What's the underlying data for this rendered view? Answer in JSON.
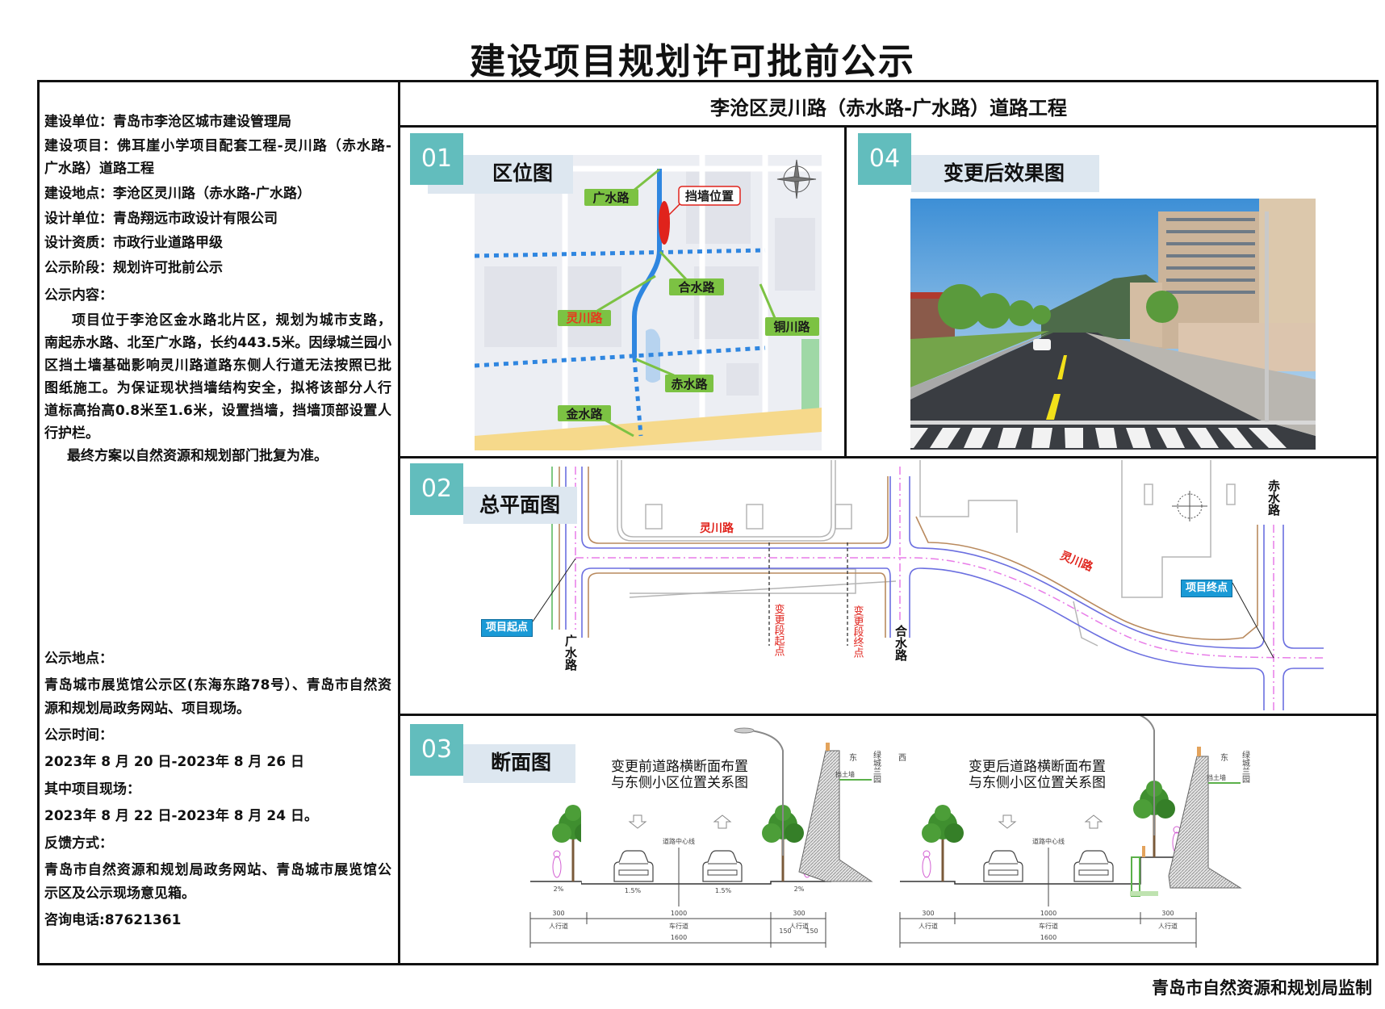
{
  "title": "建设项目规划许可批前公示",
  "header": "李沧区灵川路（赤水路-广水路）道路工程",
  "footer": "青岛市自然资源和规划局监制",
  "info": {
    "lines": [
      "建设单位：青岛市李沧区城市建设管理局",
      "建设项目：佛耳崖小学项目配套工程-灵川路（赤水路-",
      "广水路）道路工程",
      "建设地点：李沧区灵川路（赤水路-广水路）",
      "设计单位：青岛翔远市政设计有限公司",
      "设计资质：市政行业道路甲级",
      "公示阶段：规划许可批前公示",
      "公示内容：",
      "项目位于李沧区金水路北片区，规划为城市支路，",
      "南起赤水路、北至广水路，长约443.5米。因绿城兰园小",
      "区挡土墙基础影响灵川路道路东侧人行道无法按照已批",
      "图纸施工。为保证现状挡墙结构安全，拟将该部分人行",
      "道标高抬高0.8米至1.6米，设置挡墙，挡墙顶部设置人",
      "行护栏。",
      "最终方案以自然资源和规划部门批复为准。",
      "公示地点：",
      "青岛城市展览馆公示区(东海东路78号）、青岛市自然资",
      "源和规划局政务网站、项目现场。",
      "公示时间：",
      "2023年 8 月 20 日-2023年 8 月 26 日",
      "其中项目现场：",
      "2023年 8 月 22 日-2023年 8 月 24 日。",
      "反馈方式：",
      "青岛市自然资源和规划局政务网站、青岛城市展览馆公",
      "示区及公示现场意见箱。",
      "咨询电话:87621361"
    ]
  },
  "panels": {
    "p01": {
      "num": "01",
      "label": "区位图",
      "map": {
        "guangshui": "广水路",
        "dangqiang": "挡墙位置",
        "heshui": "合水路",
        "lingchuan": "灵川路",
        "tongchuan": "铜川路",
        "chishui": "赤水路",
        "jinshui": "金水路"
      }
    },
    "p02": {
      "num": "02",
      "label": "总平面图",
      "plan": {
        "lingchuan": "灵川路",
        "start": "项目起点",
        "end": "项目终点",
        "guangshui": "广水路",
        "heshui": "合水路",
        "chishui": "赤水路",
        "change_start": "变更段起点",
        "change_end": "变更段终点"
      }
    },
    "p03": {
      "num": "03",
      "label": "断面图",
      "before": {
        "title1": "变更前道路横断面布置",
        "title2": "与东侧小区位置关系图",
        "center": "道路中心线",
        "dims": [
          "300",
          "1000",
          "300",
          "1600"
        ],
        "lanes": [
          "人行道",
          "车行道",
          "人行道"
        ],
        "sub": [
          "150",
          "150"
        ],
        "slope": [
          "2%",
          "1.5%",
          "1.5%",
          "2%"
        ],
        "east": "东",
        "wall": "挡土墙",
        "community": "绿城兰园"
      },
      "after": {
        "title1": "变更后道路横断面布置",
        "title2": "与东侧小区位置关系图",
        "center": "道路中心线",
        "dims": [
          "300",
          "1000",
          "300",
          "1600"
        ],
        "lanes": [
          "人行道",
          "车行道",
          "人行道"
        ],
        "west": "西",
        "east": "东",
        "wall": "挡土墙",
        "community": "绿城兰园"
      }
    },
    "p04": {
      "num": "04",
      "label": "变更后效果图"
    }
  },
  "colors": {
    "teal": "#62bdbd",
    "label_green": "#7cc243",
    "route_blue": "#2f86e0",
    "red": "#e0231c",
    "marker_blue": "#1a9ad6"
  }
}
